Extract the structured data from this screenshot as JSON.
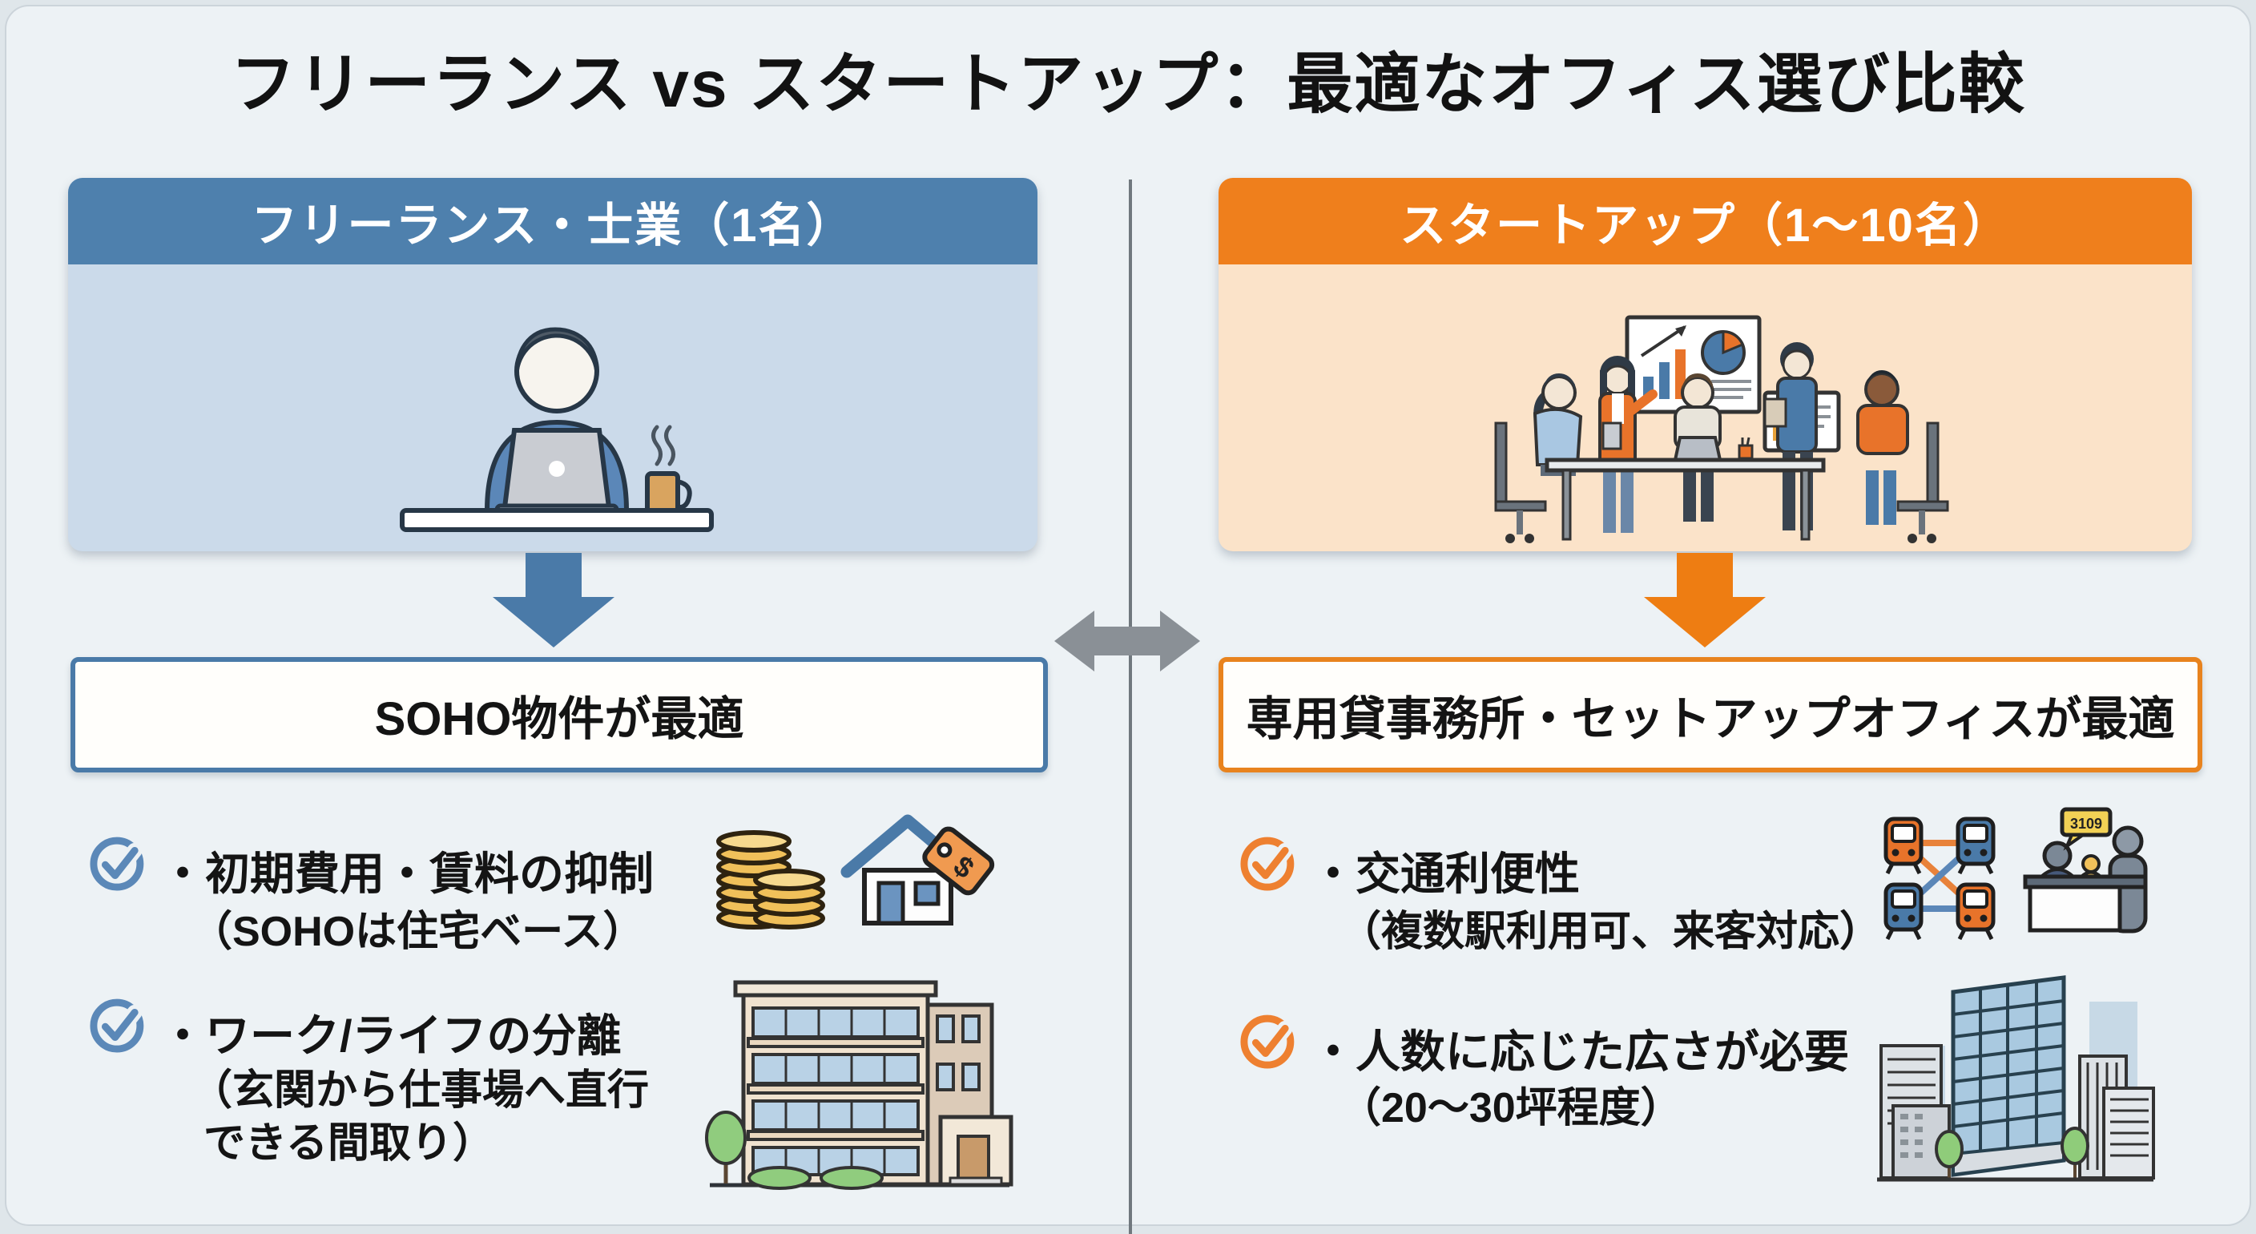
{
  "title": "フリーランス vs スタートアップ：最適なオフィス選び比較",
  "left": {
    "header": "フリーランス・士業（1名）",
    "result": "SOHO物件が最適",
    "bullets": [
      {
        "main": "・初期費用・賃料の抑制",
        "sub": [
          "（SOHOは住宅ベース）"
        ]
      },
      {
        "main": "・ワーク/ライフの分離",
        "sub": [
          "（玄関から仕事場へ直行",
          "できる間取り）"
        ]
      }
    ]
  },
  "right": {
    "header": "スタートアップ（1〜10名）",
    "result": "専用貸事務所・セットアップオフィスが最適",
    "bullets": [
      {
        "main": "・交通利便性",
        "sub": [
          "（複数駅利用可、来客対応）"
        ]
      },
      {
        "main": "・人数に応じた広さが必要",
        "sub": [
          "（20〜30坪程度）"
        ]
      }
    ],
    "reception_bubble": "3109"
  },
  "colors": {
    "blue_accent": "#4a7aa8",
    "blue_header": "#4e80ad",
    "blue_panel": "#cbdaea",
    "orange_accent": "#ee7d12",
    "orange_header": "#ef7f1c",
    "orange_panel": "#fbe3c9",
    "divider_gray": "#70787e",
    "arrow_gray": "#8a9096",
    "background": "#edf2f5",
    "text": "#141414"
  },
  "icons": {
    "left_check": "check-circle-icon",
    "right_check": "check-circle-icon",
    "left_down_arrow": "down-arrow-icon",
    "right_down_arrow": "down-arrow-icon",
    "center_arrow": "left-right-arrow-icon",
    "left_illustration": "freelancer-at-laptop-illustration",
    "right_illustration": "startup-team-meeting-illustration",
    "coins": "coins-stack-icon",
    "house_tag": "house-price-tag-icon",
    "apartment": "apartment-building-icon",
    "train_network": "train-network-icon",
    "reception": "reception-desk-icon",
    "office_tower": "office-tower-icon"
  }
}
